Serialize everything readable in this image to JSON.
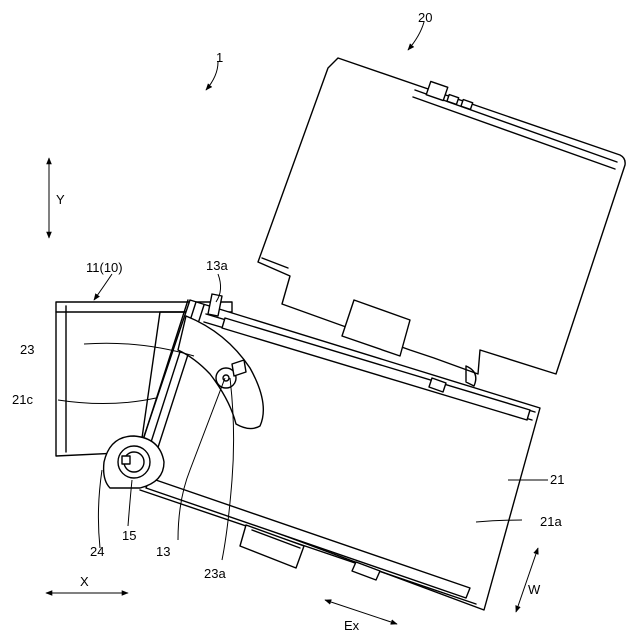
{
  "figure": {
    "labels": {
      "device": "1",
      "cover": "20",
      "frame": "11(10)",
      "y_axis": "Y",
      "x_axis": "X",
      "ex_axis": "Ex",
      "w_axis": "W",
      "tray": "21",
      "tray_surface": "21a",
      "side_rail": "21c",
      "guide_slot": "23",
      "slot_end": "23a",
      "pin": "13",
      "pin_head": "13a",
      "pivot": "15",
      "hinge": "24"
    }
  }
}
